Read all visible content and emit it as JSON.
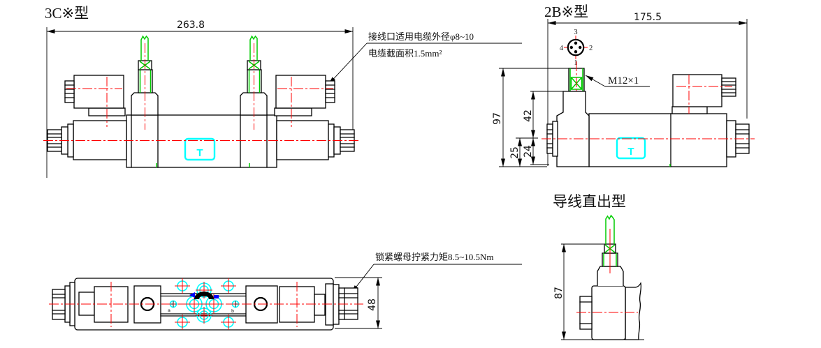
{
  "view_3c": {
    "title": "3C※型",
    "width_dim": "263.8",
    "note_line1": "接线口适用电缆外径φ8~10",
    "note_line2": "电缆截面积1.5mm²",
    "valve_symbol": "T"
  },
  "view_2b": {
    "title": "2B※型",
    "width_dim": "175.5",
    "total_height_dim": "97",
    "top_to_center_dim": "42",
    "center_to_bottom_dim": "25",
    "center_to_base_dim": "24",
    "thread_label": "M12×1",
    "pin_top": "3",
    "pin_left": "4",
    "pin_right": "2",
    "pin_bottom": "1",
    "valve_symbol": "T"
  },
  "view_wire_out": {
    "title": "导线直出型",
    "height_dim": "87"
  },
  "view_top": {
    "note": "锁紧螺母拧紧力矩8.5~10.5Nm",
    "height_dim": "48",
    "port_a_label": "a",
    "port_b_label": "b"
  },
  "colors": {
    "line": "#000000",
    "centerline": "#ff0000",
    "cable_green": "#00cc00",
    "port_cyan": "#00ffff",
    "accent_blue": "#0000ff"
  }
}
